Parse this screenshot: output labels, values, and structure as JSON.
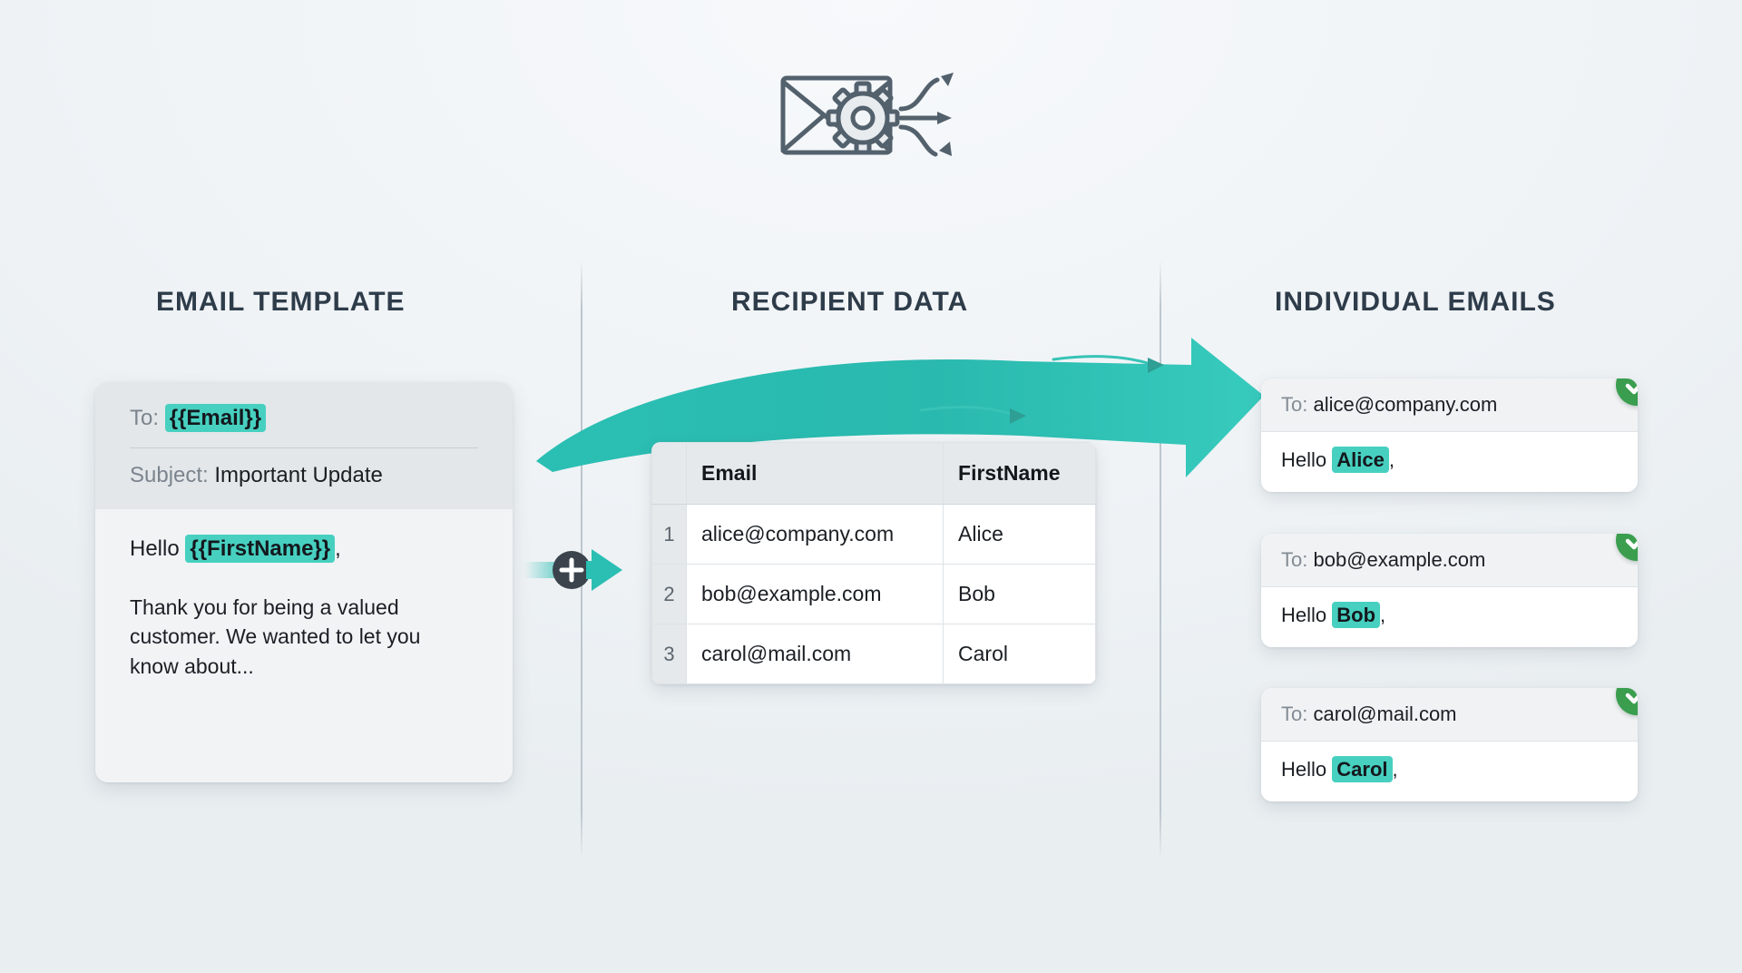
{
  "header": {
    "icon": "envelope-gear-arrows-icon"
  },
  "columns": {
    "template_heading": "EMAIL TEMPLATE",
    "recipient_heading": "RECIPIENT DATA",
    "emails_heading": "INDIVIDUAL EMAILS"
  },
  "template_card": {
    "to_label": "To:",
    "to_token": "{{Email}}",
    "subject_label": "Subject:",
    "subject_value": "Important Update",
    "greeting_prefix": "Hello",
    "greeting_token": "{{FirstName}}",
    "greeting_suffix": ",",
    "body_paragraph": "Thank you for being a valued customer. We wanted to let you know about..."
  },
  "connector": {
    "plus_symbol": "+",
    "icon": "merge-plus-arrow-icon"
  },
  "merge_arrow": {
    "icon": "curved-merge-arrow-icon",
    "color": "#2bbfb3"
  },
  "recipient_table": {
    "columns": [
      "",
      "Email",
      "FirstName"
    ],
    "rows": [
      {
        "index": "1",
        "email": "alice@company.com",
        "firstname": "Alice"
      },
      {
        "index": "2",
        "email": "bob@example.com",
        "firstname": "Bob"
      },
      {
        "index": "3",
        "email": "carol@mail.com",
        "firstname": "Carol"
      }
    ]
  },
  "individual_emails": {
    "to_label": "To:",
    "greeting_prefix": "Hello",
    "greeting_suffix": ",",
    "status_icon": "check-circle-icon",
    "cards": [
      {
        "to": "alice@company.com",
        "name": "Alice"
      },
      {
        "to": "bob@example.com",
        "name": "Bob"
      },
      {
        "to": "carol@mail.com",
        "name": "Carol"
      }
    ]
  },
  "colors": {
    "accent_teal": "#2bbfb3",
    "highlight_teal": "#47d0c0",
    "success_green": "#3a9e4e",
    "heading_slate": "#2e3c4a",
    "background": "#f2f5f7"
  }
}
